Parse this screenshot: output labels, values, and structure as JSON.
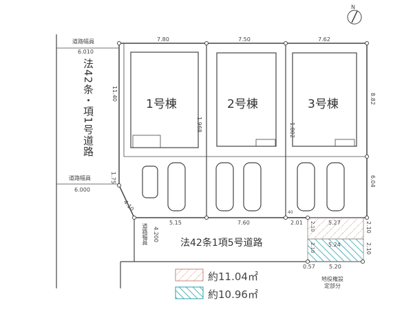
{
  "north_label": "N",
  "road_width_label": "道路幅員",
  "road_width_top": "6.010",
  "road_width_mid": "6.000",
  "road_width_bottom": "4.200",
  "left_road_name": "法42条・項1号道路",
  "bottom_road_name": "法42条1項5号道路",
  "buildings": [
    {
      "label": "1号棟",
      "frontage": "7.80",
      "depth": "1.968"
    },
    {
      "label": "2号棟",
      "frontage": "7.50",
      "depth": ""
    },
    {
      "label": "3号棟",
      "frontage": "7.62",
      "depth": "1.802"
    }
  ],
  "dimensions": {
    "left_side": "11.40",
    "right_side": "8.82",
    "right_lower": "6.04",
    "left_lower": "1.75",
    "corner_cut": "4.10",
    "bottom_1": "5.15",
    "bottom_2": "7.60",
    "bottom_3": "2.01",
    "small_40": "40",
    "ease_top": "5.27",
    "ease_mid": "5.24",
    "ease_bottom": "5.20",
    "ease_offset": "0.57",
    "ease_right_top": "2.10",
    "ease_right_bottom": "2.10",
    "ease_left_top": "2.10",
    "ease_left_bottom": "2.10"
  },
  "easement_note": "地役権設定部分",
  "legend": [
    {
      "label": "約11.04㎡",
      "color": "#c98a7a"
    },
    {
      "label": "約10.96㎡",
      "color": "#2aa0a8"
    }
  ]
}
